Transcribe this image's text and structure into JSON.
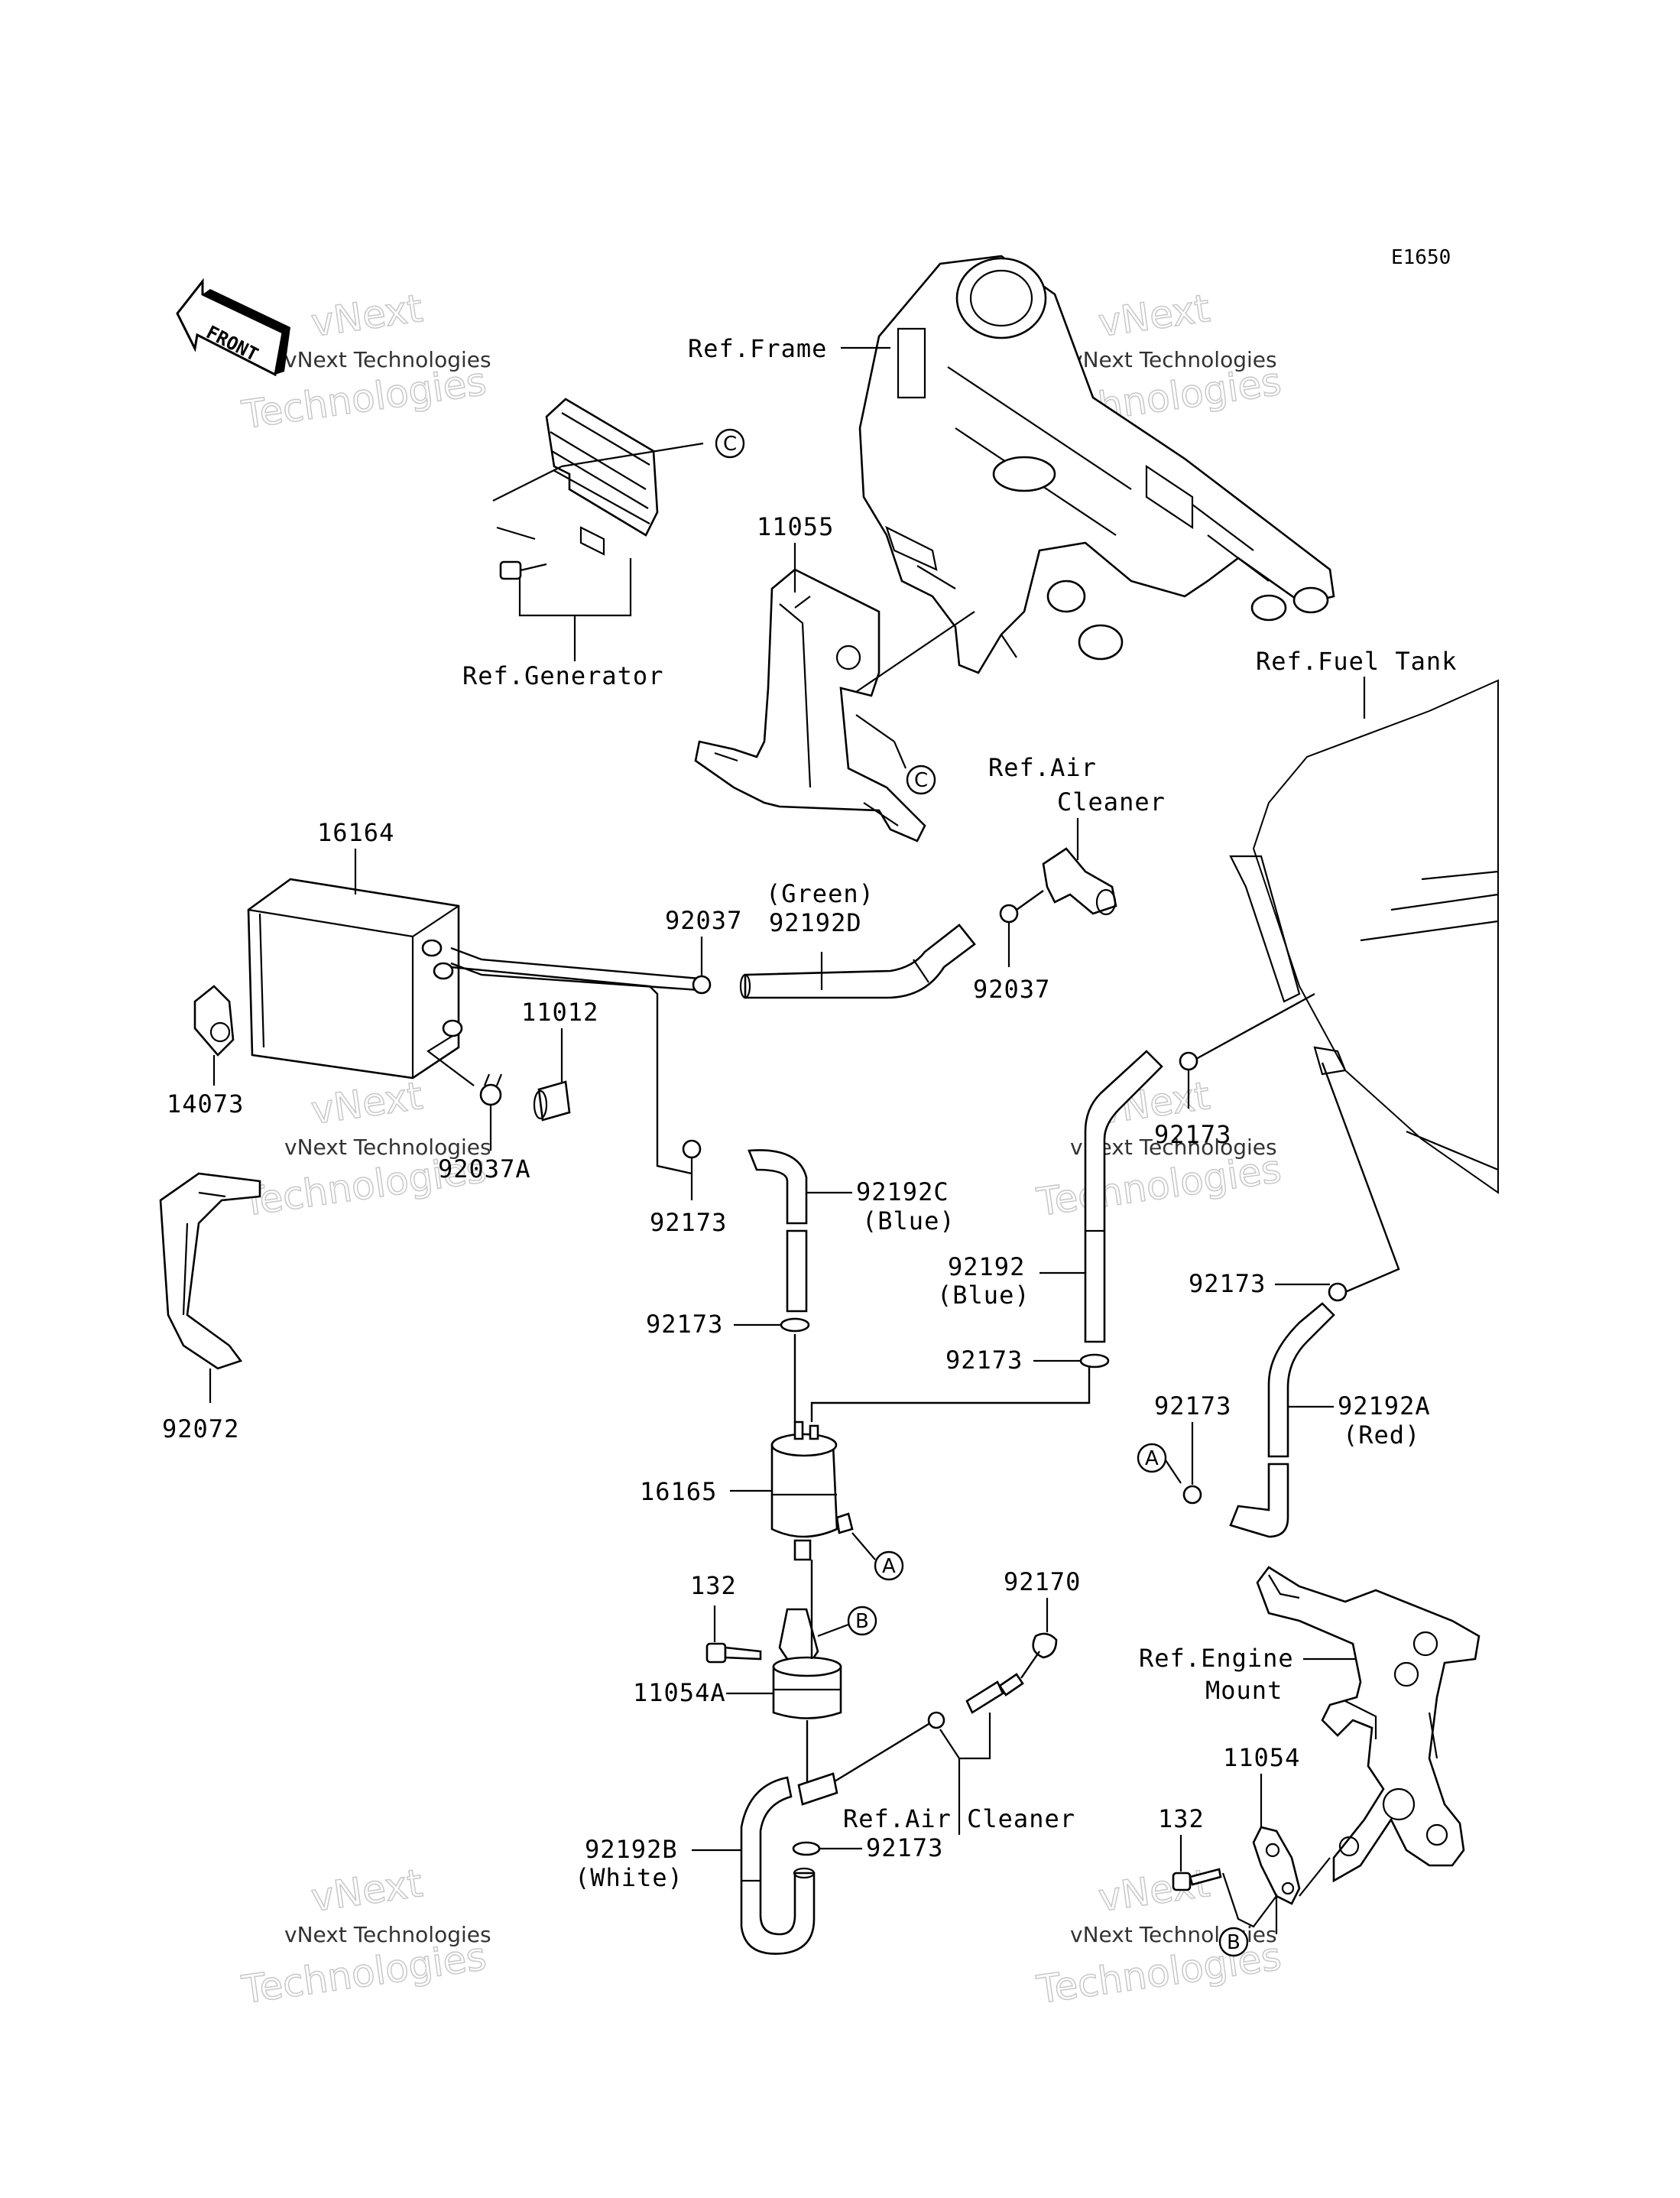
{
  "diagram_code": "E1650",
  "front_label": "FRONT",
  "watermark": {
    "line1": "vNext Technologies",
    "line2": "vNext",
    "line3": "Technologies"
  },
  "ref_labels": {
    "frame": "Ref.Frame",
    "generator": "Ref.Generator",
    "fuel_tank": "Ref.Fuel Tank",
    "air_cleaner_top": "Ref.Air",
    "air_cleaner_top2": "Cleaner",
    "air_cleaner_bottom": "Ref.Air Cleaner",
    "engine_mount_1": "Ref.Engine",
    "engine_mount_2": "Mount"
  },
  "callouts": {
    "a": "A",
    "b": "B",
    "c": "C"
  },
  "parts": {
    "p11055": "11055",
    "p16164": "16164",
    "p14073": "14073",
    "p11012": "11012",
    "p92037A": "92037A",
    "p92037_left": "92037",
    "p92037_right": "92037",
    "green_color": "(Green)",
    "p92192D": "92192D",
    "p92072": "92072",
    "p92173_a": "92173",
    "p92192C": "92192C",
    "blue_c": "(Blue)",
    "p92173_b": "92173",
    "p92173_c": "92173",
    "p92192": "92192",
    "blue": "(Blue)",
    "p92173_d": "92173",
    "p92173_e": "92173",
    "p92173_f": "92173",
    "p92192A": "92192A",
    "red": "(Red)",
    "p16165": "16165",
    "p132_a": "132",
    "p11054A": "11054A",
    "p92170": "92170",
    "p92192B": "92192B",
    "white": "(White)",
    "p92173_g": "92173",
    "p11054": "11054",
    "p132_b": "132"
  }
}
